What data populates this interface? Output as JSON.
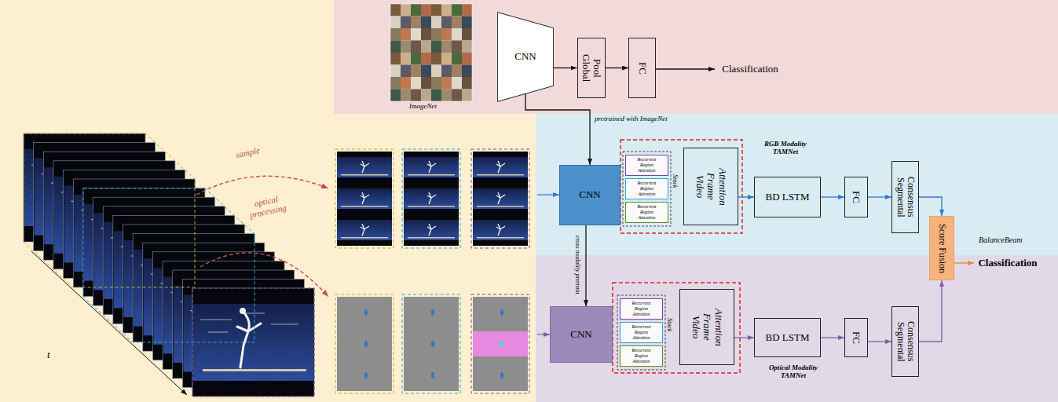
{
  "diagram": {
    "nodes": [
      {
        "text": [
          "CNN"
        ]
      },
      {
        "text": [
          "Global Pool"
        ]
      },
      {
        "text": [
          "FC"
        ]
      },
      {
        "text": [
          "Classification"
        ]
      },
      {
        "text": [
          "CNN"
        ]
      },
      {
        "text": [
          "Recurrent Region Attention"
        ]
      },
      {
        "text": [
          "Recurrent Region Attention"
        ]
      },
      {
        "text": [
          "Recurrent Region Attention"
        ]
      },
      {
        "text": [
          "Video Frame Attention"
        ]
      },
      {
        "text": [
          "BD LSTM"
        ]
      },
      {
        "text": [
          "FC"
        ]
      },
      {
        "text": [
          "Segmental Consensus"
        ]
      },
      {
        "text": [
          "CNN"
        ]
      },
      {
        "text": [
          "Recurrent Region Attention"
        ]
      },
      {
        "text": [
          "Recurrent Region Attention"
        ]
      },
      {
        "text": [
          "Recurrent Region Attention"
        ]
      },
      {
        "text": [
          "Video Frame Attention"
        ]
      },
      {
        "text": [
          "BD LSTM"
        ]
      },
      {
        "text": [
          "FC"
        ]
      },
      {
        "text": [
          "Segmental Consensus"
        ]
      },
      {
        "text": [
          "Score Fusion"
        ]
      },
      {
        "text": [
          "Classification"
        ]
      }
    ],
    "edges": [
      {
        "from": 0,
        "to": 1,
        "arrow": "to"
      },
      {
        "from": 1,
        "to": 2,
        "arrow": "to"
      },
      {
        "from": 2,
        "to": 3,
        "arrow": "to"
      },
      {
        "from": 0,
        "to": 4,
        "arrow": "to",
        "label": "pretrained with ImageNet"
      },
      {
        "from": 4,
        "to": 12,
        "arrow": "to",
        "label": "cross modality pretrain"
      },
      {
        "from": 8,
        "to": 9,
        "arrow": "to"
      },
      {
        "from": 9,
        "to": 10,
        "arrow": "to"
      },
      {
        "from": 10,
        "to": 11,
        "arrow": "to"
      },
      {
        "from": 11,
        "to": 20,
        "arrow": "to"
      },
      {
        "from": 16,
        "to": 17,
        "arrow": "to"
      },
      {
        "from": 17,
        "to": 18,
        "arrow": "to"
      },
      {
        "from": 18,
        "to": 19,
        "arrow": "to"
      },
      {
        "from": 19,
        "to": 20,
        "arrow": "to"
      },
      {
        "from": 20,
        "to": 21,
        "arrow": "to"
      }
    ],
    "labels": [
      "ImageNet",
      "sample",
      "optical processing",
      "t",
      "Stack",
      "RGB Modality TAMNet",
      "Stack",
      "Optical Modality TAMNet",
      "BalanceBeam"
    ]
  }
}
